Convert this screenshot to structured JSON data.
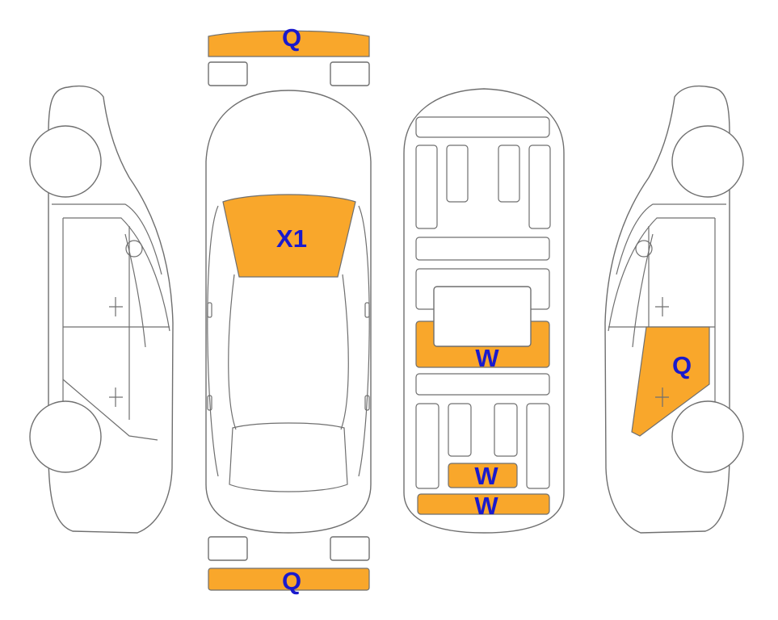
{
  "colors": {
    "damage_fill": "#F9A72B",
    "label_text": "#1A1ACC",
    "outline": "#6F6F6F",
    "background": "#FFFFFF"
  },
  "views": [
    "left-side",
    "top",
    "underbody",
    "right-side"
  ],
  "damage_marks": {
    "front_bumper": {
      "code": "Q"
    },
    "windshield": {
      "code": "X1"
    },
    "rear_bumper": {
      "code": "Q"
    },
    "floor_center": {
      "code": "W"
    },
    "floor_rear": {
      "code": "W"
    },
    "floor_rear_bumper": {
      "code": "W"
    },
    "right_rear_door": {
      "code": "Q"
    }
  }
}
